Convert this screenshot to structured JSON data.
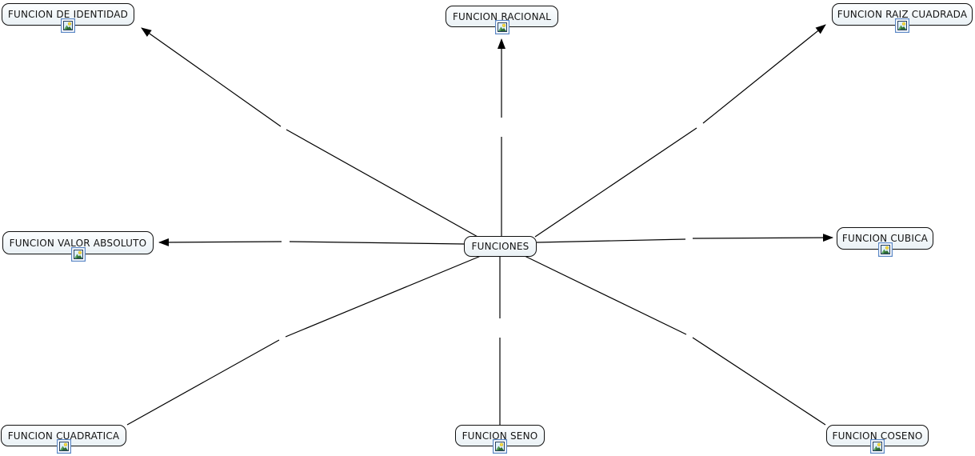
{
  "diagram": {
    "type": "concept-map",
    "center_node": {
      "label": "FUNCIONES"
    },
    "nodes": [
      {
        "label": "FUNCION DE IDENTIDAD",
        "position": "top-left",
        "resource_icon": "image-resource-icon"
      },
      {
        "label": "FUNCION RACIONAL",
        "position": "top-center",
        "resource_icon": "image-resource-icon"
      },
      {
        "label": "FUNCION RAIZ CUADRADA",
        "position": "top-right",
        "resource_icon": "image-resource-icon"
      },
      {
        "label": "FUNCION VALOR ABSOLUTO",
        "position": "middle-left",
        "resource_icon": "image-resource-icon"
      },
      {
        "label": "FUNCION CUBICA",
        "position": "middle-right",
        "resource_icon": "image-resource-icon"
      },
      {
        "label": "FUNCION CUADRATICA",
        "position": "bottom-left",
        "resource_icon": "image-resource-icon"
      },
      {
        "label": "FUNCION SENO",
        "position": "bottom-center",
        "resource_icon": "image-resource-icon"
      },
      {
        "label": "FUNCION COSENO",
        "position": "bottom-right",
        "resource_icon": "image-resource-icon"
      }
    ],
    "connections": [
      {
        "from": "FUNCIONES",
        "to": "FUNCION DE IDENTIDAD",
        "arrowhead": true
      },
      {
        "from": "FUNCIONES",
        "to": "FUNCION RACIONAL",
        "arrowhead": true
      },
      {
        "from": "FUNCIONES",
        "to": "FUNCION RAIZ CUADRADA",
        "arrowhead": true
      },
      {
        "from": "FUNCIONES",
        "to": "FUNCION VALOR ABSOLUTO",
        "arrowhead": true
      },
      {
        "from": "FUNCIONES",
        "to": "FUNCION CUBICA",
        "arrowhead": true
      },
      {
        "from": "FUNCIONES",
        "to": "FUNCION CUADRATICA",
        "arrowhead": false
      },
      {
        "from": "FUNCIONES",
        "to": "FUNCION SENO",
        "arrowhead": false
      },
      {
        "from": "FUNCIONES",
        "to": "FUNCION COSENO",
        "arrowhead": false
      }
    ],
    "colors": {
      "background": "#ffffff",
      "node_fill_top": "#fcfeff",
      "node_fill_bottom": "#eaf1f5",
      "node_border": "#101010",
      "line": "#000000",
      "icon_outer_border": "#5b87c5",
      "icon_frame": "#27405e",
      "icon_sky": "#dff0fa",
      "icon_sun": "#f7df3f",
      "icon_mountain_dark": "#2e6b34",
      "icon_mountain_light": "#58a05a"
    }
  }
}
